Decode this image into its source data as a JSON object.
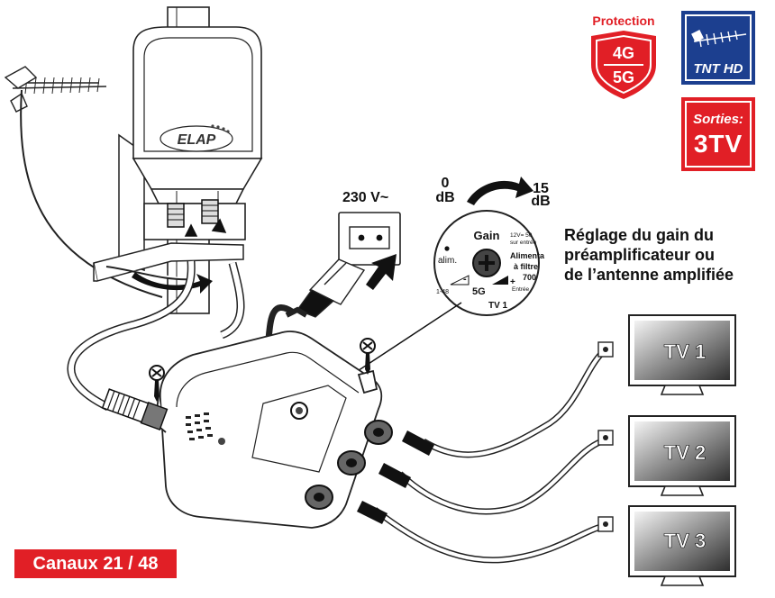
{
  "badges": {
    "protection": {
      "label": "Protection",
      "top": "4G",
      "bottom": "5G",
      "color": "#e11f26"
    },
    "tnt": {
      "label": "TNT HD",
      "color": "#1c3f8f"
    },
    "outputs": {
      "label": "Sorties:",
      "value": "3TV",
      "color": "#e11f26"
    }
  },
  "power": {
    "voltage": "230 V~"
  },
  "gain_dial": {
    "min": "0",
    "min_unit": "dB",
    "max": "15",
    "max_unit": "dB",
    "title": "Gain",
    "alim": "alim.",
    "supply_line1": "12V= 50",
    "supply_line2": "sur entrée",
    "alimenta_line1": "Alimenta",
    "alimenta_line2": "à filtre",
    "alimenta_line3": "700",
    "entree": "Entrée",
    "band_5g": "5G",
    "channels_short": "1-48",
    "tv_fragment": "TV 1",
    "minus": "-",
    "plus": "+"
  },
  "note": {
    "line1": "Réglage du gain du",
    "line2": "préamplificateur ou",
    "line3": "de l’antenne amplifiée"
  },
  "brand": {
    "logo": "ELAP"
  },
  "tvs": [
    {
      "label": "TV 1"
    },
    {
      "label": "TV 2"
    },
    {
      "label": "TV 3"
    }
  ],
  "channels": "Canaux 21 / 48"
}
